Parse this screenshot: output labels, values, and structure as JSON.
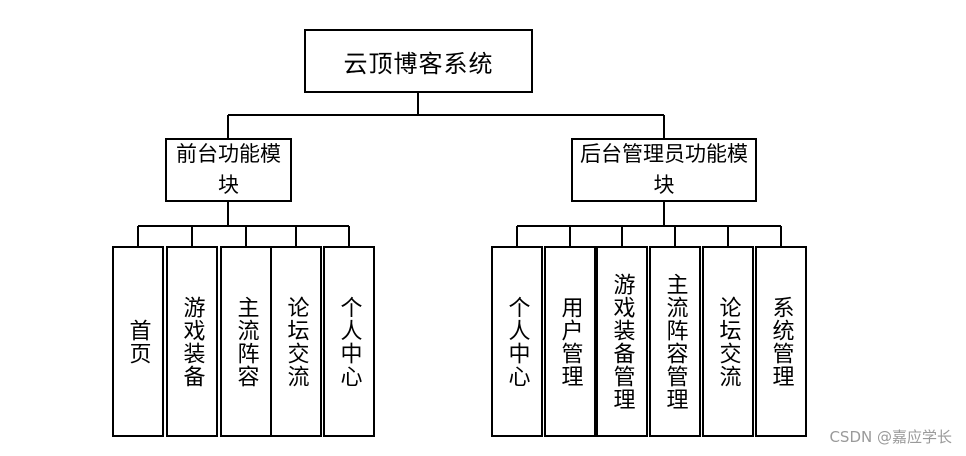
{
  "title": "云顶博客系统",
  "front": {
    "label": "前台功能模块",
    "modules": [
      "首页",
      "游戏装备",
      "主流阵容",
      "论坛交流",
      "个人中心"
    ]
  },
  "back": {
    "label": "后台管理员功能模块",
    "modules": [
      "个人中心",
      "用户管理",
      "游戏装备管理",
      "主流阵容管理",
      "论坛交流",
      "系统管理"
    ]
  },
  "watermark": "CSDN @嘉应学长"
}
